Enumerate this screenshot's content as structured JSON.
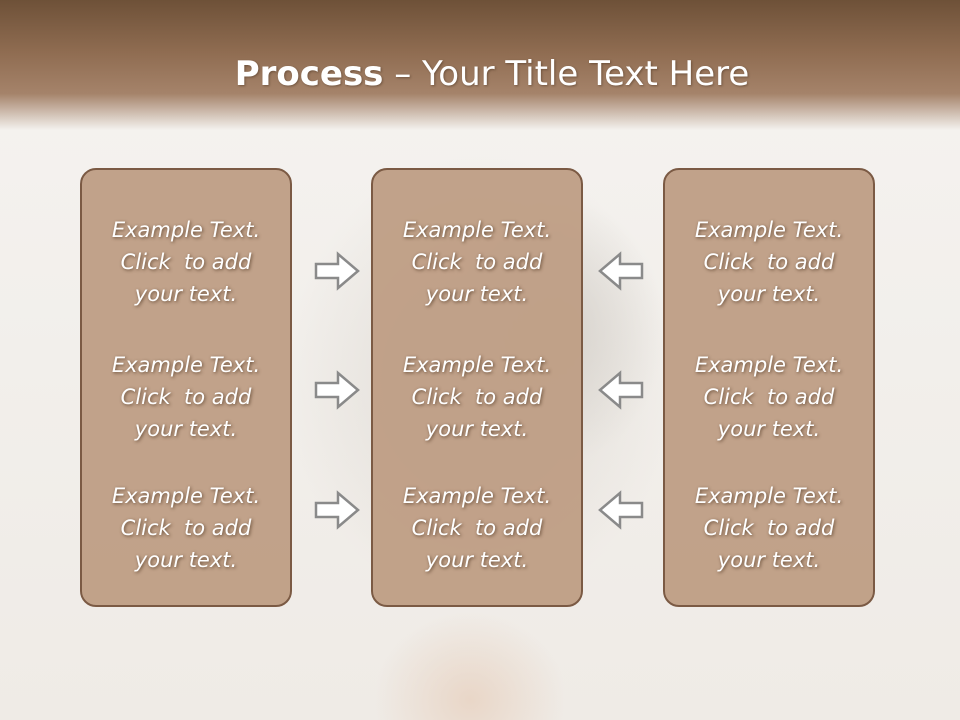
{
  "slide": {
    "title_bold": "Process",
    "title_rest": " – Your Title Text Here"
  },
  "columns": [
    {
      "items": [
        "Example Text.\nClick  to add\nyour text.",
        "Example Text.\nClick  to add\nyour text.",
        "Example Text.\nClick  to add\nyour text."
      ]
    },
    {
      "items": [
        "Example Text.\nClick  to add\nyour text.",
        "Example Text.\nClick  to add\nyour text.",
        "Example Text.\nClick  to add\nyour text."
      ]
    },
    {
      "items": [
        "Example Text.\nClick  to add\nyour text.",
        "Example Text.\nClick  to add\nyour text.",
        "Example Text.\nClick  to add\nyour text."
      ]
    }
  ],
  "arrows": {
    "left_group_icon": "arrow-right-icon",
    "right_group_icon": "arrow-left-icon"
  },
  "colors": {
    "header": "#8f6c51",
    "card_fill": "#be9e85",
    "card_border": "#7b5a44",
    "arrow_stroke": "#8a8a8a"
  }
}
